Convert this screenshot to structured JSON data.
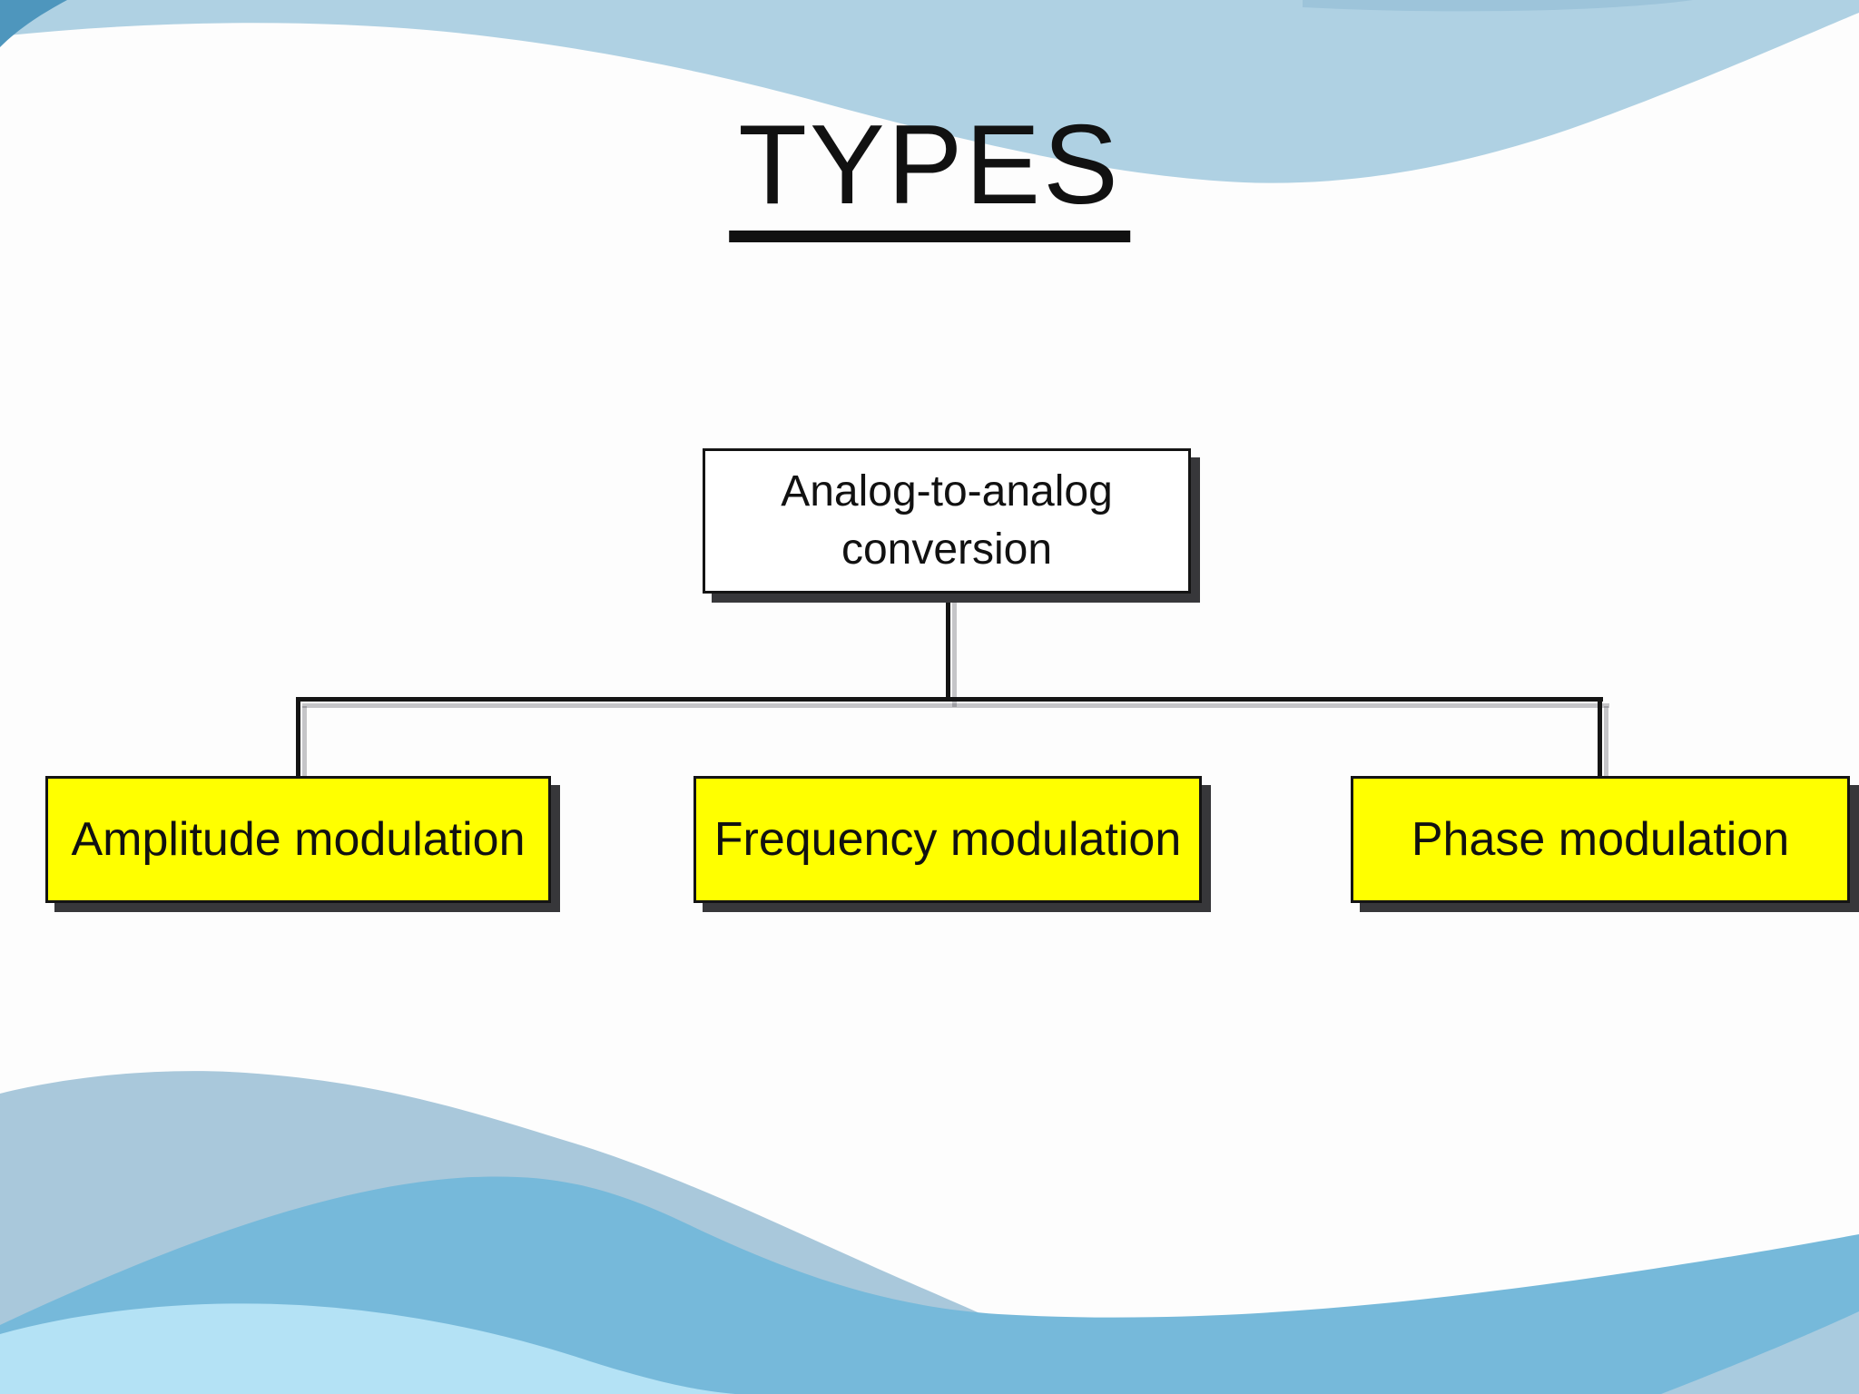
{
  "title": "TYPES",
  "diagram": {
    "root": {
      "label": "Analog-to-analog conversion"
    },
    "children": [
      {
        "label": "Amplitude modulation"
      },
      {
        "label": "Frequency modulation"
      },
      {
        "label": "Phase modulation"
      }
    ]
  },
  "colors": {
    "slide_bg": "#fdfdfd",
    "text": "#111111",
    "root_box_fill": "#ffffff",
    "child_box_fill": "#ffff00",
    "box_border": "#141414",
    "box_shadow": "#37373a",
    "connector": "#141414",
    "top_band": "#afd1e3",
    "top_corner": "#4e96bd",
    "top_strip": "#9dc4da",
    "bottom_gray_band": "#a9c8db",
    "bottom_medium_wave": "#76b9da",
    "bottom_light_wave": "#b4e2f5",
    "bottom_corner_wedge": "#a9cbdf"
  }
}
